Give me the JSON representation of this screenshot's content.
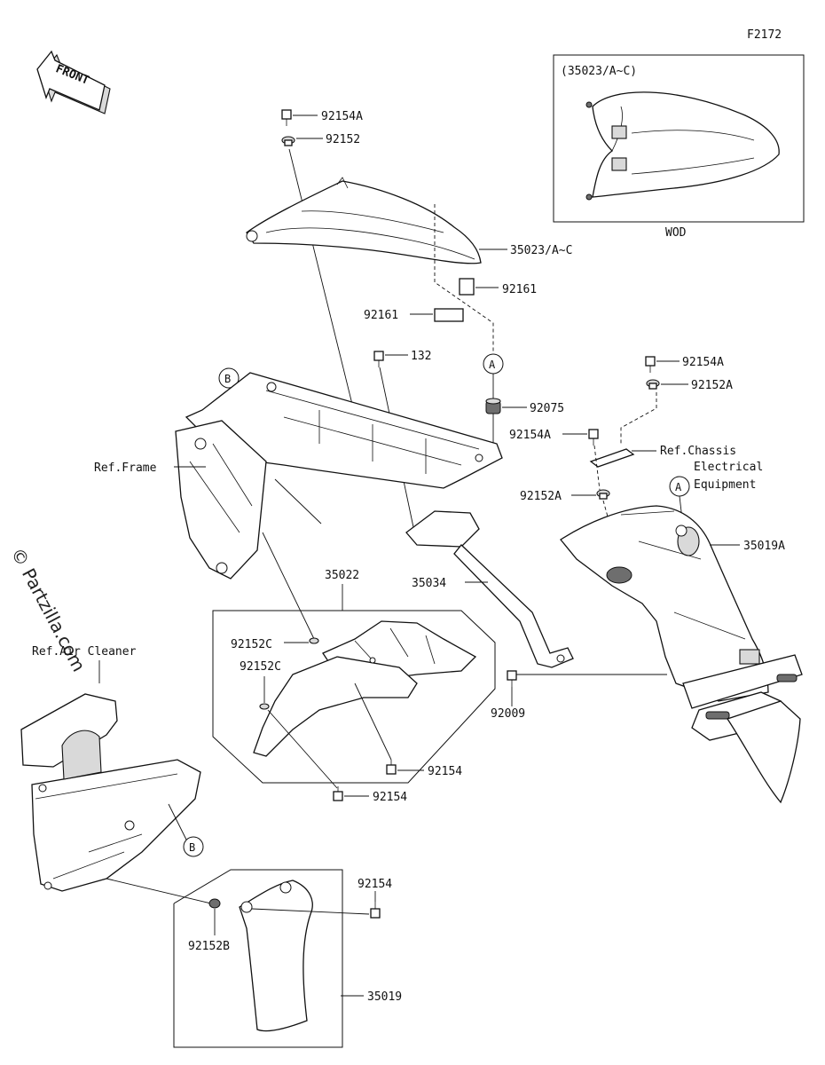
{
  "figure_code": "F2172",
  "front_label": "FRONT",
  "watermark": "© Partzilla.com",
  "inset": {
    "title": "(35023/A~C)",
    "caption": "WOD"
  },
  "callouts": {
    "p92154A_top": "92154A",
    "p92152_top": "92152",
    "p35023": "35023/A~C",
    "p92161_right": "92161",
    "p92161_left": "92161",
    "p132": "132",
    "p92075": "92075",
    "p92154A_right": "92154A",
    "p92152A_right": "92152A",
    "p92154A_mid": "92154A",
    "p92152A_mid": "92152A",
    "p35019A": "35019A",
    "p35034": "35034",
    "p92009": "92009",
    "p35022": "35022",
    "p92152C_a": "92152C",
    "p92152C_b": "92152C",
    "p92154_a": "92154",
    "p92154_b": "92154",
    "p92154_c": "92154",
    "p92152B": "92152B",
    "p35019": "35019"
  },
  "references": {
    "frame": "Ref.Frame",
    "chassis_line1": "Ref.Chassis",
    "chassis_line2": "Electrical",
    "chassis_line3": "Equipment",
    "air_cleaner": "Ref.Air Cleaner"
  },
  "markers": {
    "a": "A",
    "b": "B"
  }
}
